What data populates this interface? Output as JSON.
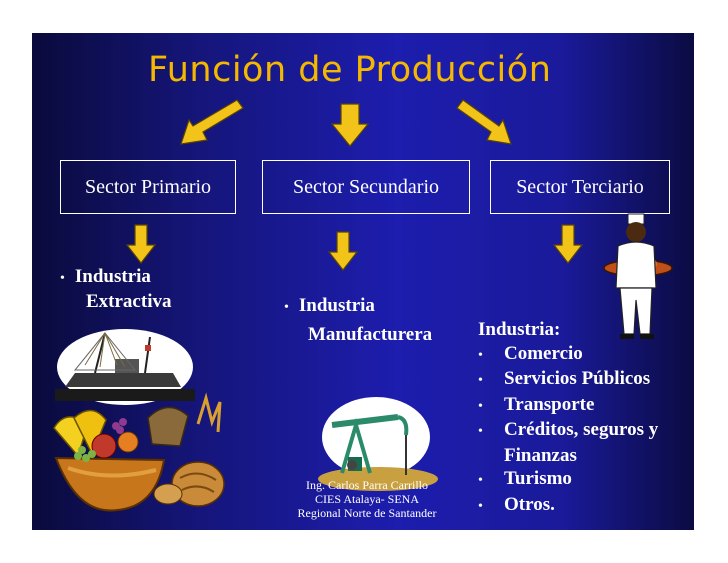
{
  "slide": {
    "title": "Función de Producción",
    "sectors": {
      "primario": "Sector Primario",
      "secundario": "Sector Secundario",
      "terciario": "Sector Terciario"
    },
    "primario_item": [
      "Industria",
      "Extractiva"
    ],
    "secundario_item": [
      "Industria",
      "Manufacturera"
    ],
    "terciario_heading": "Industria:",
    "terciario_items": [
      "Comercio",
      "Servicios Públicos",
      "Transporte",
      "Créditos, seguros y",
      "Finanzas",
      "Turismo",
      "Otros."
    ],
    "bullet_char": "•",
    "credit": [
      "Ing. Carlos Parra Carrillo",
      "CIES  Atalaya- SENA",
      "Regional Norte de Santander"
    ]
  },
  "colors": {
    "title": "#f5b800",
    "arrow_fill": "#f2c419",
    "text": "#ffffff",
    "background_mid": "#1d1dae"
  },
  "icons": [
    "arrow-down-left-icon",
    "arrow-down-icon",
    "arrow-down-right-icon",
    "fishing-boat-icon",
    "fruit-bread-icon",
    "oil-pump-icon",
    "waiter-icon"
  ]
}
